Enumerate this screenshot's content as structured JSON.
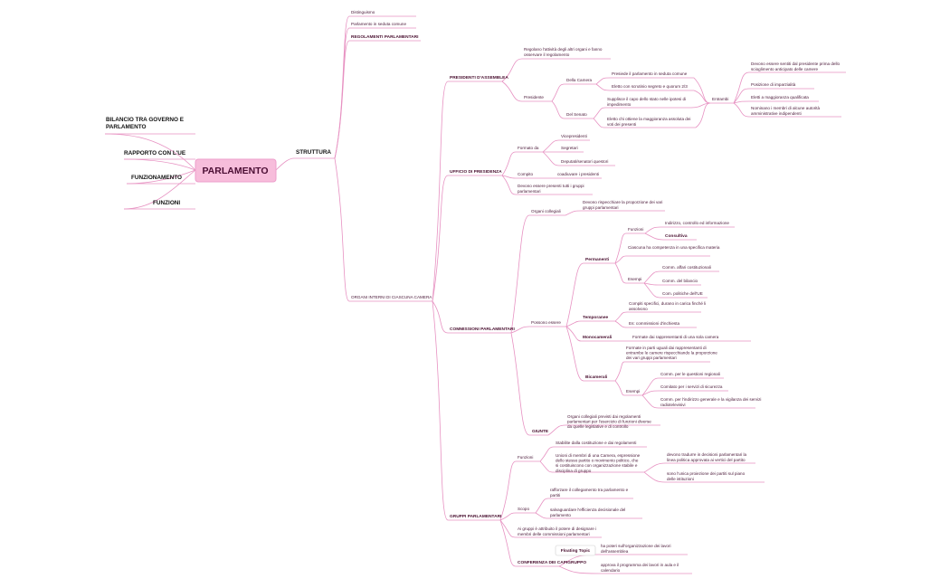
{
  "center": "PARLAMENTO",
  "left_topics": [
    "BILANCIO TRA GOVERNO E PARLAMENTO",
    "RAPPORTO CON L'UE",
    "FUNZIONAMENTO",
    "FUNZIONI"
  ],
  "main_topic": "STRUTTURA",
  "struttura": {
    "bicameralism": "Distinguismo",
    "joint_session": "Parlamento in seduta comune",
    "regulations": "REGOLAMENTI PARLAMENTARI",
    "internal_bodies": "ORGANI INTERNI DI CIASCUNA CAMERA"
  },
  "presidenti": {
    "title": "PRESIDENTI D'ASSEMBLEA",
    "regulate": "Regolano l'attività degli altri organi e fanno osservare il regolamento",
    "presidente": "Presidente",
    "della_camera": "Della Camera",
    "camera_1": "Presiede il parlamento in seduta comune",
    "camera_2": "Eletto con scrutinio segreto e quorum 2/3",
    "del_senato": "Del Senato",
    "senato_1": "Supplisce il capo dello stato nelle ipotesi di impedimento",
    "senato_2": "Eletto chi ottiene la maggioranza assoluta dei voti dei presenti",
    "entrambi": "Entrambi",
    "ent_1": "Devono essere sentiti dal presidente prima dello scioglimento anticipato delle camere",
    "ent_2": "Posizione di imparzialità",
    "ent_3": "Eletti a maggioranza qualificata",
    "ent_4": "Nominano i membri di alcune autorità amministrative indipendenti"
  },
  "ufficio": {
    "title": "UFFICIO DI PRESIDENZA",
    "formato": "Formato da",
    "vice": "Vicepresidenti",
    "segretari": "Segretari",
    "questori": "Deputati/senatori questori",
    "compito": "Compito",
    "coadiuvare": "coadiuvare i presidenti",
    "gruppi": "Devono essere presenti tutti i gruppi parlamentari"
  },
  "commissioni": {
    "title": "COMMISSIONI PARLAMENTARI",
    "organi": "Organi collegiali",
    "proporzione": "Devono rispecchiare la proporzione dei vari gruppi parlamentari",
    "possono": "Possono essere",
    "permanenti": "Permanenti",
    "funzioni": "Funzioni",
    "indirizzo": "Indirizzo, controllo ed informazione",
    "consultiva": "Consultiva",
    "competenza": "Ciascuna ha competenza in una specifica materia",
    "esempi": "Esempi",
    "aff_cost": "Comm. affari costituzionali",
    "bilancio": "Comm. del bilancio",
    "pol_ue": "Com. politiche dell'UE",
    "temporanee": "Temporanee",
    "compiti": "Compiti specifici, durano in carica finché li assolvono",
    "inchiesta": "Es: commissioni d'inchiesta",
    "monocamerali": "Monocamerali",
    "mono_desc": "Formate dai rappresentanti di una sola camera",
    "bicamerali": "Bicamerali",
    "bic_desc": "Formate in parti uguali dai rappresentanti di entrambe le camere rispecchiando la proporzione dei vari gruppi parlamentari",
    "esempi_2": "Esempi",
    "regionali": "Comm. per le questioni regionali",
    "sicurezza": "Comitato per i servizi di sicurezza",
    "vigilanza": "Comm. per l'indirizzo generale e la vigilanza dei servizi radiotelevisivi",
    "giunte": "GIUNTE",
    "giunte_desc": "Organi collegiali previsti dai regolamenti parlamentari per l'esercizio di funzioni diverse da quelle legislative e di controllo"
  },
  "gruppi": {
    "title": "GRUPPI PARLAMENTARI",
    "funzioni": "Funzioni",
    "stabilite": "Stabilite dalla costituzione e dai regolamenti",
    "unioni": "Unioni di membri di una Camera, espressione dello stesso partito o movimento politico, che si costituiscono con organizzazione stabile e disciplina di gruppo",
    "tradurre": "devono tradurre in decisioni parlamentari la linea politica approvata ai vertici del partito",
    "proiezione": "sono l'unica proiezione dei partiti sul piano delle istituzioni",
    "scopo": "Scopo",
    "rafforzare": "rafforzare il collegamento tra parlamento e partiti",
    "salvaguardare": "salvaguardare l'efficienza decisionale del parlamento",
    "potere": "Ai gruppi è attribuito il potere di designare i membri delle commissioni parlamentari",
    "conferenza": "CONFERENZA DEI CAPIGRUPPO",
    "floating": "Floating Topic",
    "poteri": "ha poteri sull'organizzazione dei lavori dell'assemblea",
    "approva": "approva il programma dei lavori in aula e il calendario"
  }
}
